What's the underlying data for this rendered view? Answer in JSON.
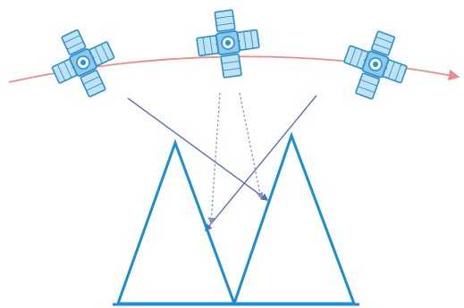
{
  "colors": {
    "orbit": "#f08a8a",
    "satellite_stroke": "#2e8fc9",
    "satellite_fill": "#bfe3f5",
    "satellite_panel": "#8cc9ea",
    "mountain": "#1a8fcc",
    "ray_solid": "#5e6fb0",
    "ray_dotted": "#8a93c4"
  },
  "diagram": {
    "satellites": [
      {
        "name": "satellite-left",
        "icon": "satellite-icon"
      },
      {
        "name": "satellite-center",
        "icon": "satellite-icon"
      },
      {
        "name": "satellite-right",
        "icon": "satellite-icon"
      }
    ],
    "mountains": 2,
    "orbit_direction": "left-to-right"
  }
}
